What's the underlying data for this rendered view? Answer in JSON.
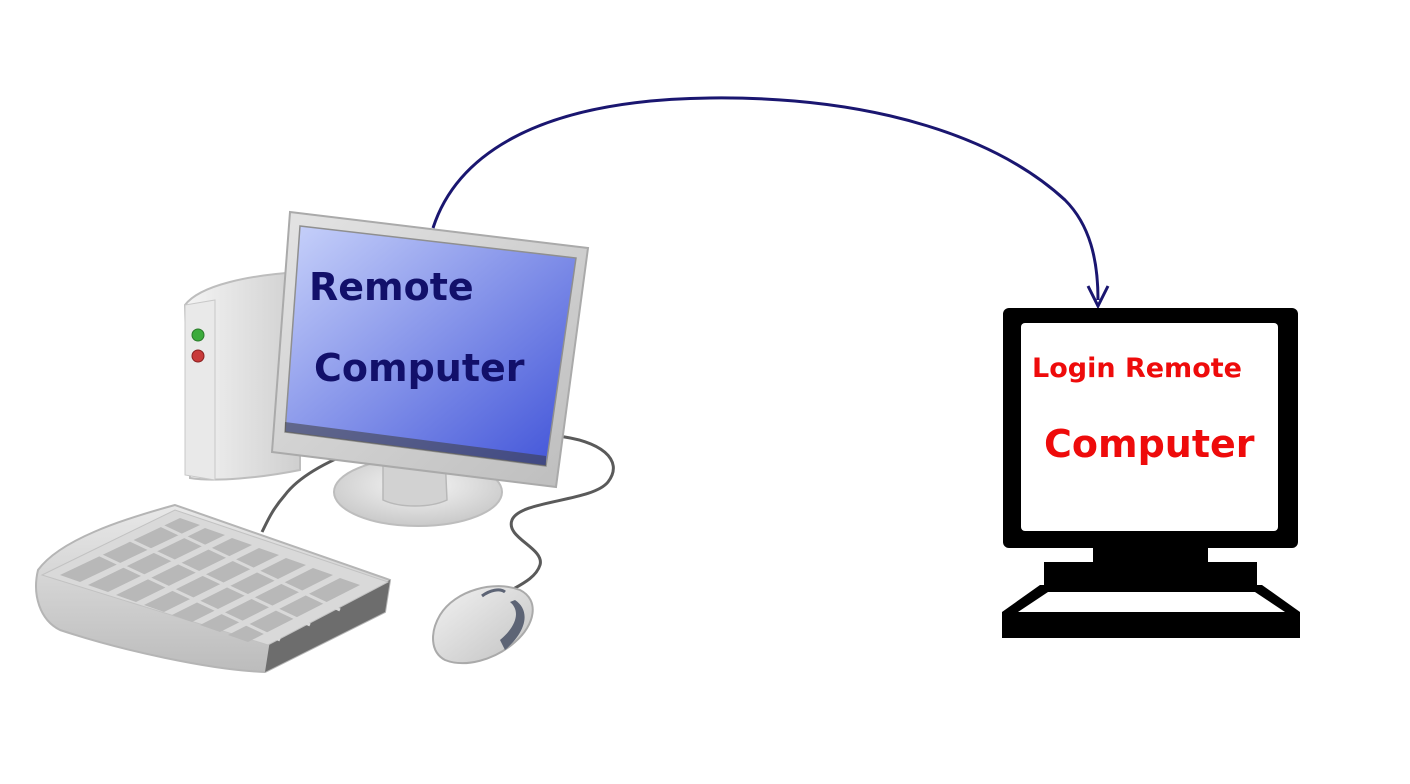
{
  "remote_computer": {
    "screen_line1": "Remote",
    "screen_line2": "Computer",
    "text_color": "#12106a",
    "screen_gradient": [
      "#c8d2fa",
      "#3f52d8"
    ]
  },
  "login_computer": {
    "screen_line1": "Login Remote",
    "screen_line2": "Computer",
    "text_color": "#ee0b0b",
    "frame_color": "#000000"
  },
  "connection_arrow": {
    "color": "#1a1670"
  }
}
